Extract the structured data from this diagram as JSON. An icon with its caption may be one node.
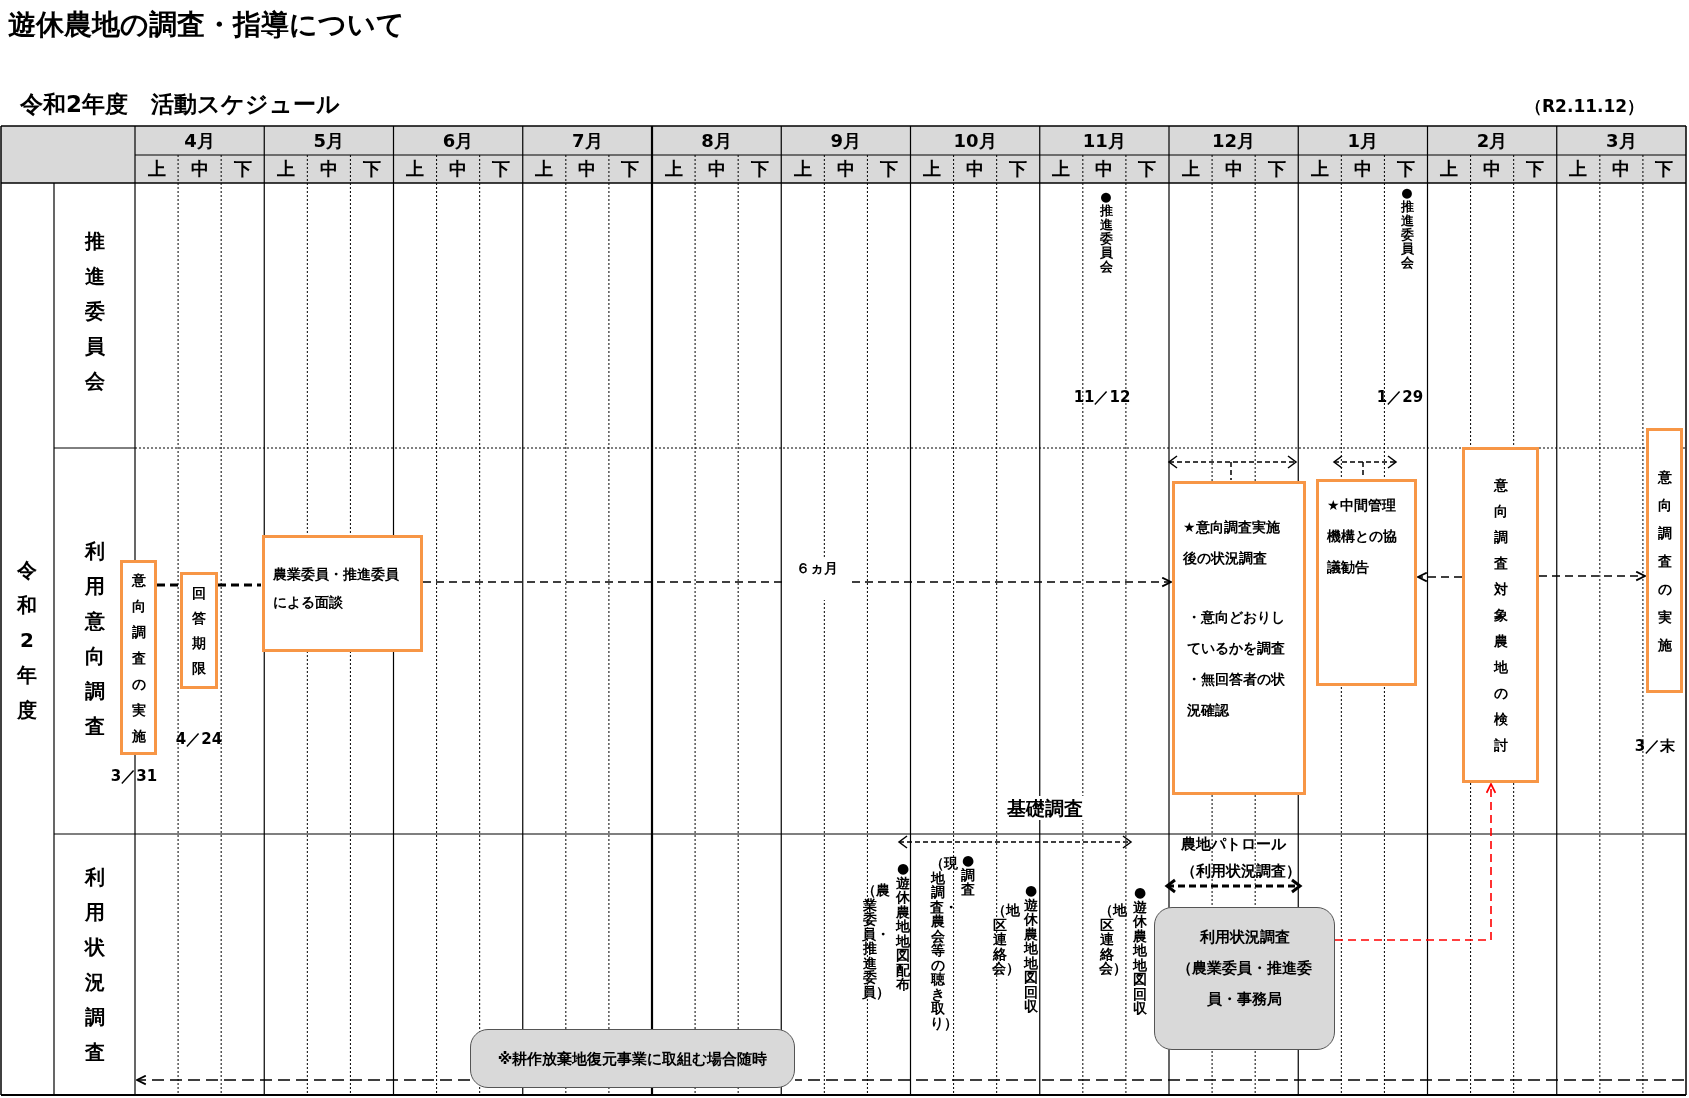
{
  "diagram": {
    "title": "遊休農地の調査・指導について",
    "nodes": [
      {
        "text": [
          "意向調査の実施"
        ]
      },
      {
        "text": [
          "回答期限"
        ]
      },
      {
        "text": [
          "農業委員・推進委員による面談"
        ]
      },
      {
        "text": [
          "★意向調査実施後の状況調査",
          "・意向どおりしているかを調査",
          "・無回答者の状況確認"
        ]
      },
      {
        "text": [
          "★中間管理機構との協議勧告"
        ]
      },
      {
        "text": [
          "意向調査対象農地の検討"
        ]
      },
      {
        "text": [
          "意向調査の実施"
        ]
      },
      {
        "text": [
          "利用状況調査",
          "（農業委員・推進委員・事務局"
        ]
      },
      {
        "text": [
          "※耕作放棄地復元事業に取組む場合随時"
        ]
      }
    ],
    "edges": [
      {
        "from": 0,
        "to": 1,
        "arrow": "none",
        "style": "dashed"
      },
      {
        "from": 1,
        "to": 2,
        "arrow": "none",
        "style": "dashed"
      },
      {
        "from": 2,
        "to": 3,
        "arrow": "to",
        "style": "dashed",
        "label": "６ヵ月"
      },
      {
        "from": 5,
        "to": 4,
        "arrow": "to",
        "style": "dashed"
      },
      {
        "from": 5,
        "to": 6,
        "arrow": "to",
        "style": "dashed"
      },
      {
        "from": 7,
        "to": 5,
        "arrow": "to",
        "style": "dashed",
        "color": "#ff0000"
      },
      {
        "from": 8,
        "to": null,
        "arrow": "to",
        "style": "dashed"
      },
      {
        "from": null,
        "to": 8,
        "arrow": "none",
        "style": "dashed"
      }
    ],
    "labels": [
      "令和2年度　活動スケジュール",
      "（R2.11.12）",
      "4月",
      "5月",
      "6月",
      "7月",
      "8月",
      "9月",
      "10月",
      "11月",
      "12月",
      "1月",
      "2月",
      "3月",
      "上",
      "中",
      "下",
      "上",
      "中",
      "下",
      "上",
      "中",
      "下",
      "上",
      "中",
      "下",
      "上",
      "中",
      "下",
      "上",
      "中",
      "下",
      "上",
      "中",
      "下",
      "上",
      "中",
      "下",
      "上",
      "中",
      "下",
      "上",
      "中",
      "下",
      "上",
      "中",
      "下",
      "上",
      "中",
      "下",
      "令和2年度",
      "推進委員会",
      "利用意向調査",
      "利用状況調査",
      "●推進委員会",
      "11／12",
      "●推進委員会",
      "1／29",
      "3／31",
      "4／24",
      "3／末",
      "基礎調査",
      "農地パトロール",
      "（利用状況調査）",
      "（農業委員・推進委員）",
      "●遊休農地地図配布",
      "（現地調査・農会等の聴き取り）",
      "●調査",
      "（地区連絡会）",
      "●遊休農地地図回収",
      "（地区連絡会）",
      "●遊休農地地図回収"
    ]
  }
}
